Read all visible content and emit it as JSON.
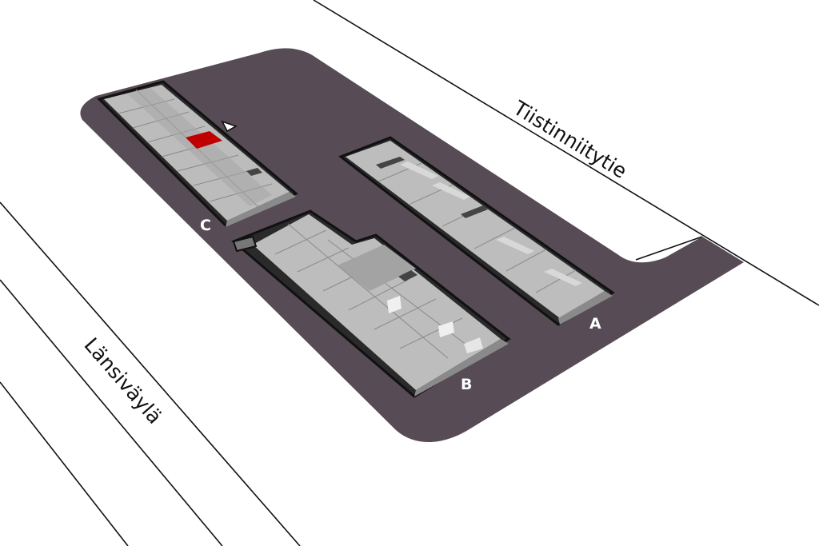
{
  "streets": {
    "north": {
      "name": "Tiistinniitytie"
    },
    "west": {
      "name": "Länsiväylä"
    }
  },
  "buildings": [
    {
      "id": "A",
      "label": "A"
    },
    {
      "id": "B",
      "label": "B"
    },
    {
      "id": "C",
      "label": "C"
    }
  ],
  "colors": {
    "lot": "#574c55",
    "roof_base": "#b9b9b9",
    "roof_dark": "#8f8f8f",
    "highlight": "#c00000",
    "outline": "#111111",
    "road_line": "#111111"
  }
}
